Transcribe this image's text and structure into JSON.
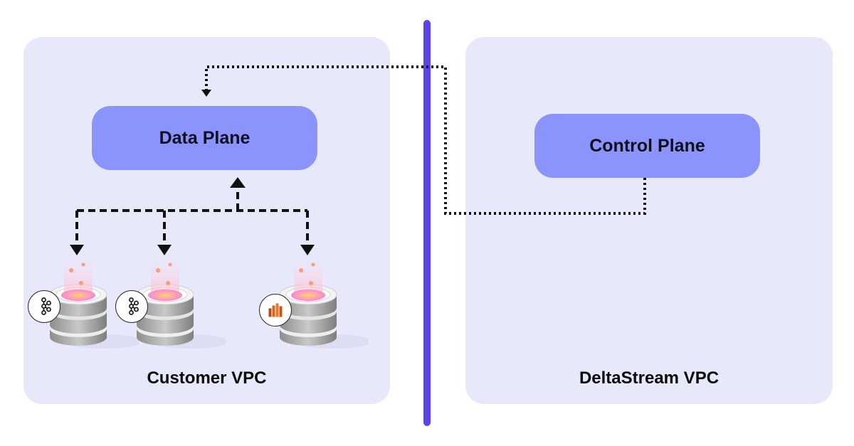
{
  "customer_vpc": {
    "label": "Customer VPC"
  },
  "deltastream_vpc": {
    "label": "DeltaStream VPC"
  },
  "data_plane": {
    "label": "Data Plane"
  },
  "control_plane": {
    "label": "Control Plane"
  },
  "colors": {
    "vpc_background": "#e8e8fb",
    "plane_fill": "#8b93fd",
    "divider": "#5b44e6",
    "connector": "#111111"
  },
  "databases": [
    {
      "icon": "kafka-icon"
    },
    {
      "icon": "kafka-icon"
    },
    {
      "icon": "aws-kinesis-icon"
    }
  ]
}
